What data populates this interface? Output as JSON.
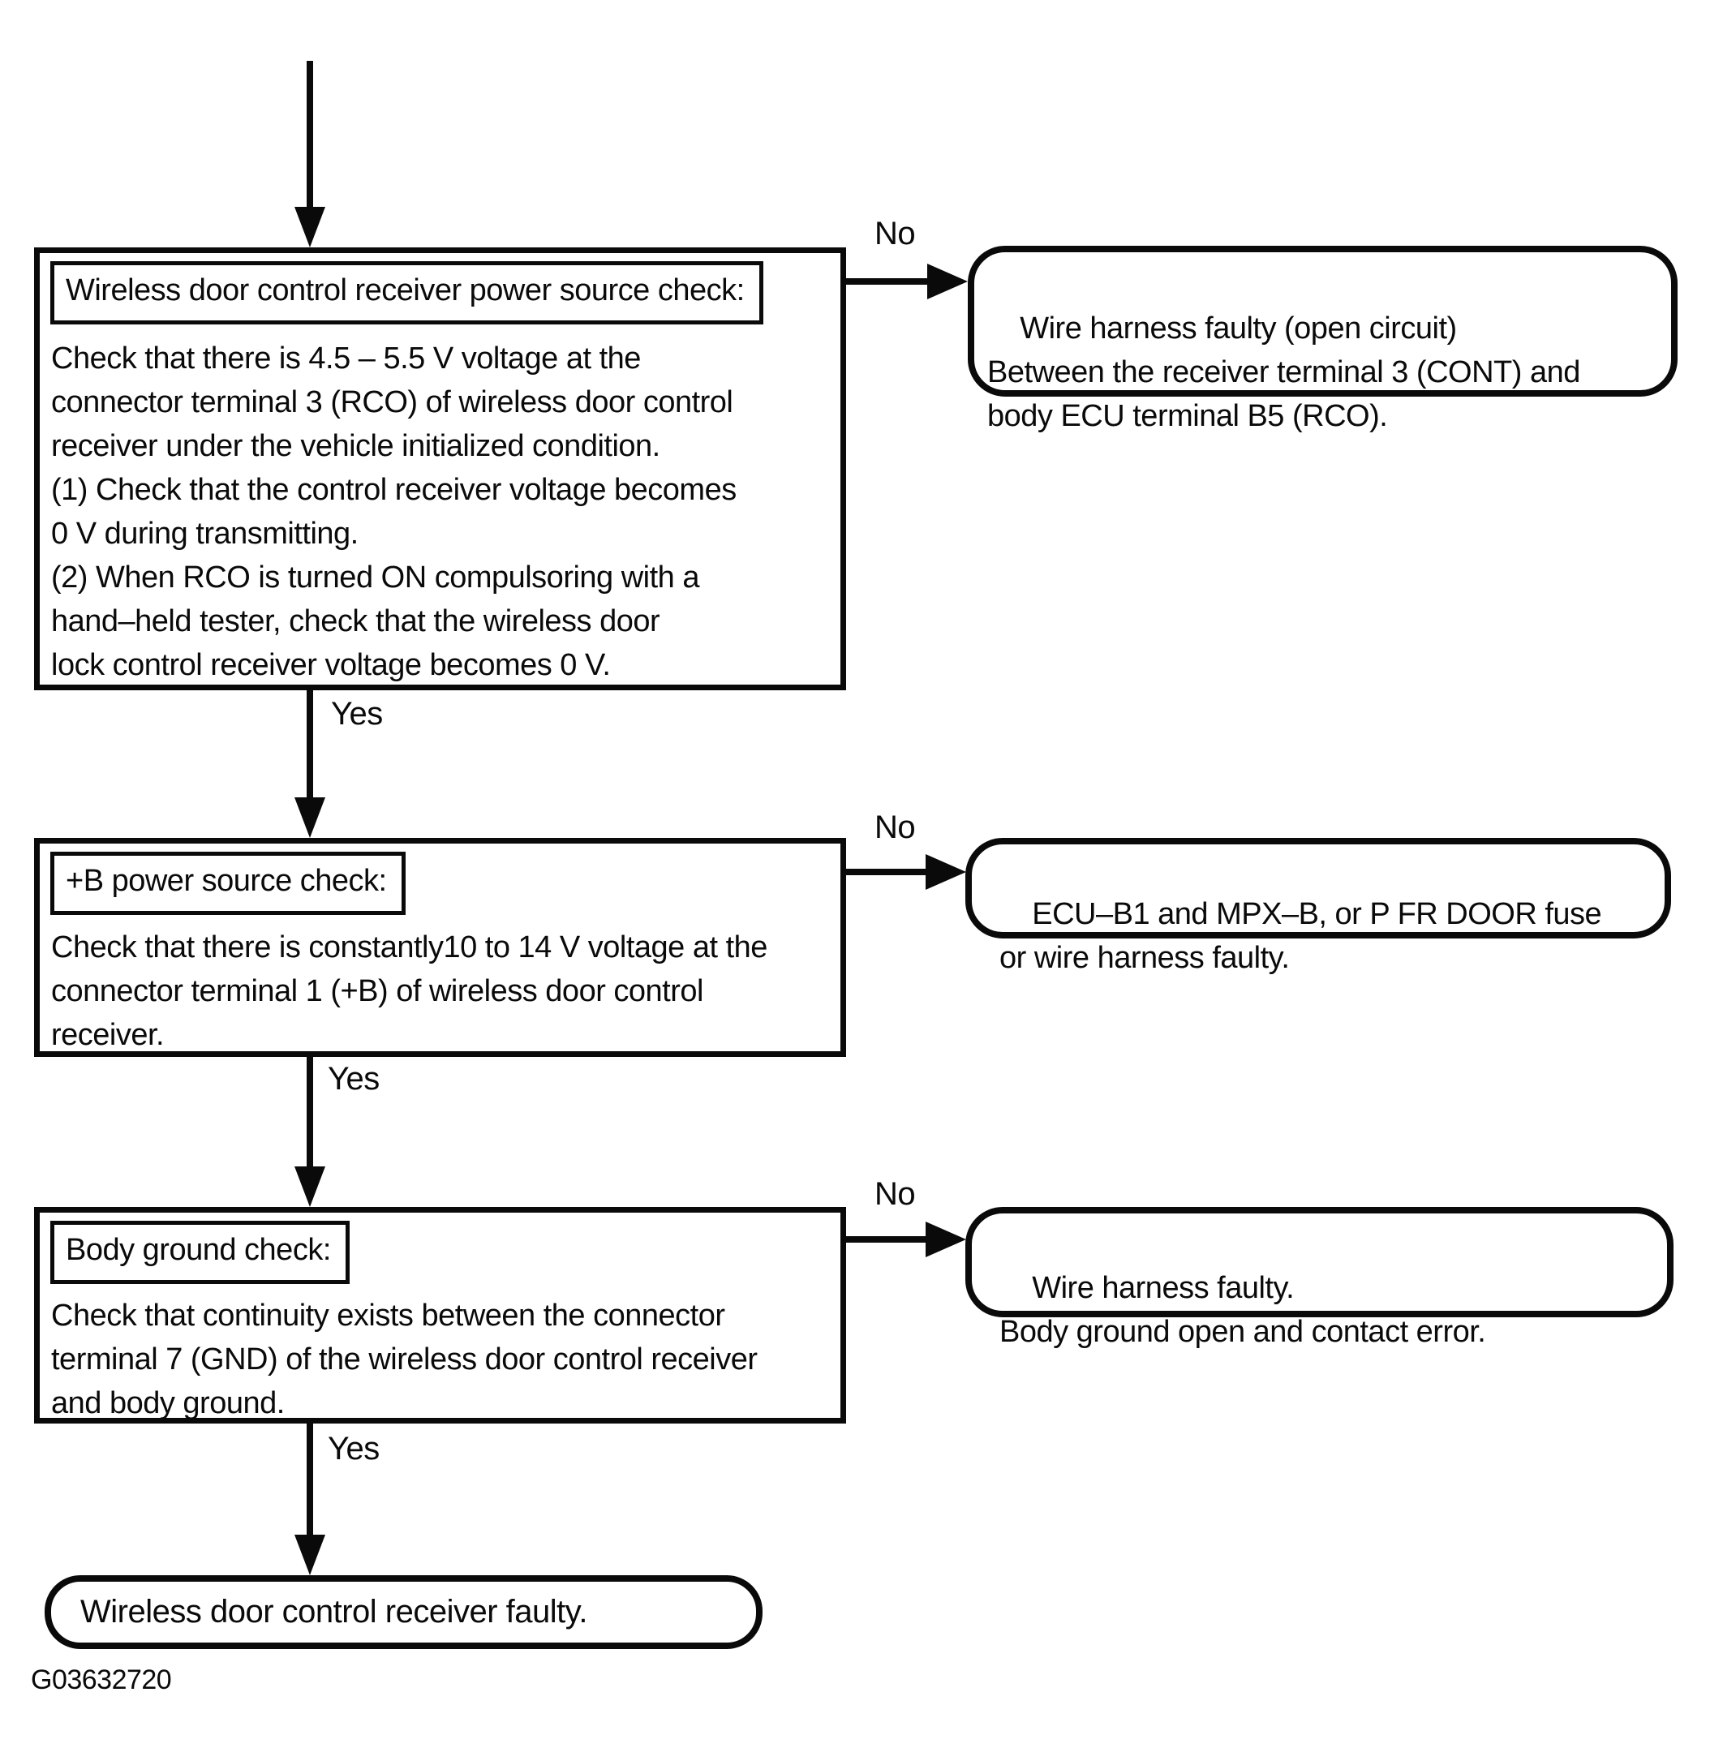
{
  "diagram": {
    "figure_id": "G03632720",
    "labels": {
      "yes": "Yes",
      "no": "No"
    },
    "steps": [
      {
        "title": "Wireless door control receiver power source check:",
        "body": "Check that there is 4.5 – 5.5 V voltage at the\nconnector terminal 3 (RCO) of wireless door control\nreceiver under the vehicle initialized condition.\n(1) Check that the control receiver voltage becomes\n0 V during transmitting.\n(2) When RCO is turned ON compulsoring with a\nhand–held tester, check that the wireless door\nlock control receiver voltage becomes 0 V.",
        "no_result": "Wire harness faulty (open circuit)\nBetween the receiver terminal 3 (CONT) and\nbody ECU terminal B5 (RCO)."
      },
      {
        "title": "+B power source check:",
        "body": "Check that there is constantly10 to 14 V voltage at the\nconnector terminal 1 (+B) of wireless door control\nreceiver.",
        "no_result": "ECU–B1 and MPX–B, or P FR DOOR fuse\nor wire harness faulty."
      },
      {
        "title": "Body ground check:",
        "body": "Check that continuity exists between the connector\nterminal 7 (GND) of the wireless door control receiver\nand body ground.",
        "no_result": "Wire harness faulty.\nBody ground open and contact error."
      }
    ],
    "final_result": "Wireless door control receiver faulty."
  }
}
